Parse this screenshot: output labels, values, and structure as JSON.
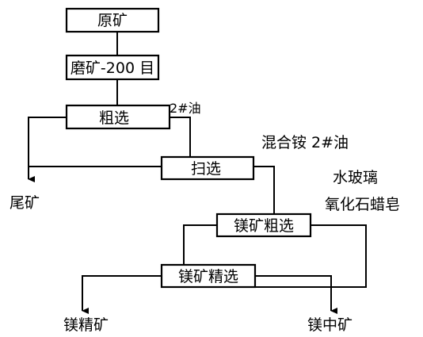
{
  "boxes": {
    "raw_ore": "原矿",
    "grinding": "磨矿-200 目",
    "rougher": "粗选",
    "scavenger": "扫选",
    "mg_rougher": "镁矿粗选",
    "mg_cleaner": "镁矿精选"
  },
  "reagents": {
    "oil_2": "2#油",
    "amine_oil": "混合铵 2#油",
    "water_glass": "水玻璃",
    "soap": "氧化石蜡皂"
  },
  "products": {
    "tailings": "尾矿",
    "mg_concentrate": "镁精矿",
    "mg_middlings": "镁中矿"
  },
  "colors": {
    "stroke": "#000000",
    "background": "#ffffff"
  }
}
